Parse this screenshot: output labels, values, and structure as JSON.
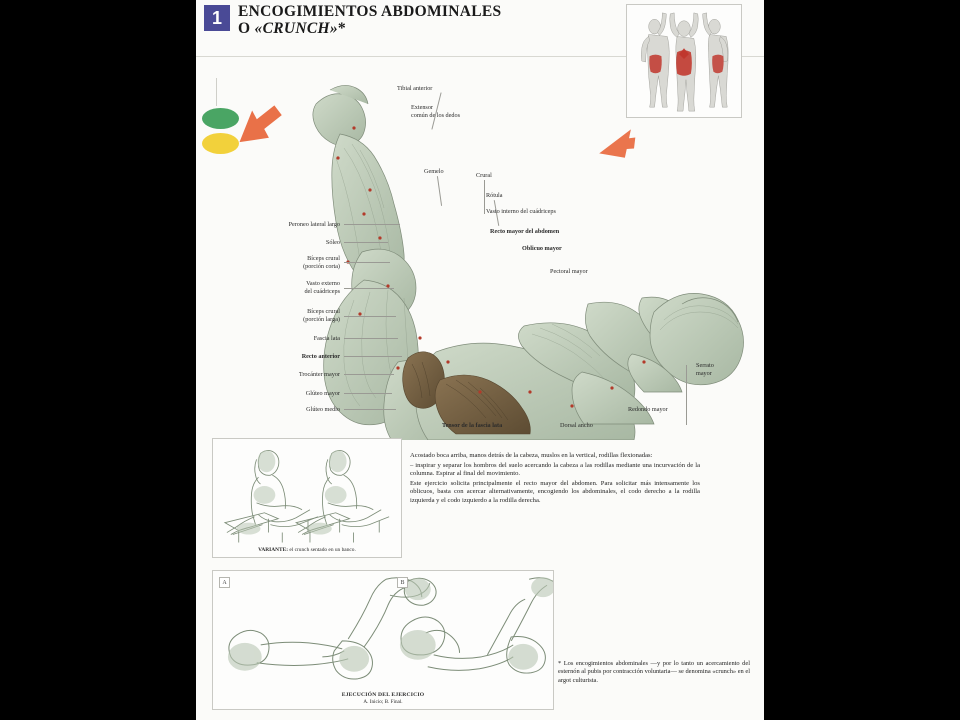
{
  "page": {
    "exercise_number": "1",
    "title_line1": "ENCOGIMIENTOS ABDOMINALES",
    "title_line2_prefix": "O ",
    "title_line2_term": "«CRUNCH»",
    "title_line2_suffix": "*"
  },
  "difficulty": {
    "dot1_color": "#4aa564",
    "dot2_color": "#f2d13b"
  },
  "colors": {
    "badge_bg": "#4a4a96",
    "page_bg": "#fbfbf9",
    "muscle_green": "#b9c7b4",
    "muscle_dark": "#6e5c44",
    "arrow_orange": "#e8663a",
    "highlight_red": "#c0352b"
  },
  "anatomy_labels": {
    "tibial_anterior": "Tibial anterior",
    "extensor_comun": "Extensor\ncomún de los dedos",
    "extensor_comun_l1": "Extensor",
    "extensor_comun_l2": "común de los dedos",
    "gemelo": "Gemelo",
    "crural": "Crural",
    "rotula": "Rótula",
    "vasto_interno": "Vasto interno del cuádriceps",
    "recto_mayor_abdomen": "Recto mayor del abdomen",
    "oblicuo_mayor": "Oblicuo mayor",
    "pectoral_mayor": "Pectoral mayor",
    "peroneo_lateral": "Peroneo lateral largo",
    "soleo": "Sóleo",
    "biceps_crural_corta_l1": "Bíceps crural",
    "biceps_crural_corta_l2": "(porción corta)",
    "vasto_externo_l1": "Vasto externo",
    "vasto_externo_l2": "del cuádriceps",
    "biceps_crural_larga_l1": "Bíceps crural",
    "biceps_crural_larga_l2": "(porción larga)",
    "fascia_lata": "Fascia lata",
    "recto_anterior": "Recto anterior",
    "trocanter_mayor": "Trocánter mayor",
    "gluteo_mayor": "Glúteo mayor",
    "gluteo_medio": "Glúteo medio",
    "tensor_fascia_lata": "Tensor de la fascia lata",
    "dorsal_ancho": "Dorsal ancho",
    "redondo_mayor": "Redondo mayor",
    "serrato_mayor_l1": "Serrato",
    "serrato_mayor_l2": "mayor"
  },
  "variant": {
    "caption_bold": "VARIANTE:",
    "caption_text": " el crunch sentado en un banco."
  },
  "description": {
    "p1": "Acostado boca arriba, manos detrás de la cabeza, muslos en la vertical, rodillas flexionadas:",
    "p2": "– inspirar y separar los hombros del suelo acercando la cabeza a las rodillas mediante una incurvación de la columna. Espirar al final del movimiento.",
    "p3": "Este ejercicio solicita principalmente el recto mayor del abdomen. Para solicitar más intensamente los oblicuos, basta con acercar alternativamente, encogiendo los abdominales, el codo derecho a la rodilla izquierda y el codo izquierdo a la rodilla derecha."
  },
  "execution": {
    "tag_a": "A",
    "tag_b": "B",
    "caption_title": "EJECUCIÓN DEL EJERCICIO",
    "caption_sub": "A. Inicio; B. Final."
  },
  "footnote": {
    "text": "* Los encogimientos abdominales —y por lo tanto un acercamiento del esternón al pubis por contracción voluntaria— se denomina «crunch» en el argot culturista."
  }
}
